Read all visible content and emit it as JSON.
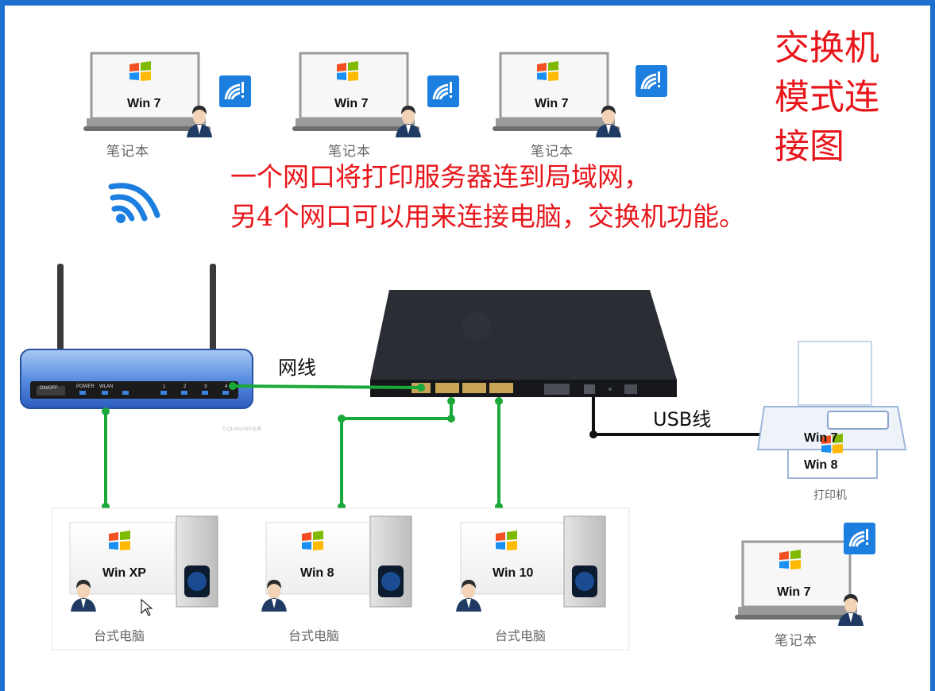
{
  "title": "交换机模式连接图",
  "notes": [
    "一个网口将打印服务器连到局域网，",
    "另4个网口可以用来连接电脑，交换机功能。"
  ],
  "labels": {
    "network_cable": "网线",
    "usb_cable": "USB线",
    "printer_caption": "打印机"
  },
  "router": {
    "buttons": [
      "ON/OFF",
      "POWER",
      "WLAN"
    ],
    "ports": [
      "1",
      "2",
      "3",
      "4"
    ],
    "brand": "© QUANJING全景"
  },
  "laptops": [
    {
      "os": "Win 7",
      "caption": "笔记本"
    },
    {
      "os": "Win 7",
      "caption": "笔记本"
    },
    {
      "os": "Win 7",
      "caption": "笔记本"
    },
    {
      "os": "Win 7",
      "caption": "笔记本"
    }
  ],
  "desktops": [
    {
      "os": "Win XP",
      "caption": "台式电脑"
    },
    {
      "os": "Win 8",
      "caption": "台式电脑"
    },
    {
      "os": "Win 10",
      "caption": "台式电脑"
    }
  ],
  "printer_paper": [
    "Win 7",
    "Win 8"
  ],
  "colors": {
    "title_red": "#e8161b",
    "frame_blue": "#1f6fd1",
    "ethernet_green": "#1aa83a",
    "usb_black": "#111111",
    "wifi_blue": "#1c7fe0"
  }
}
